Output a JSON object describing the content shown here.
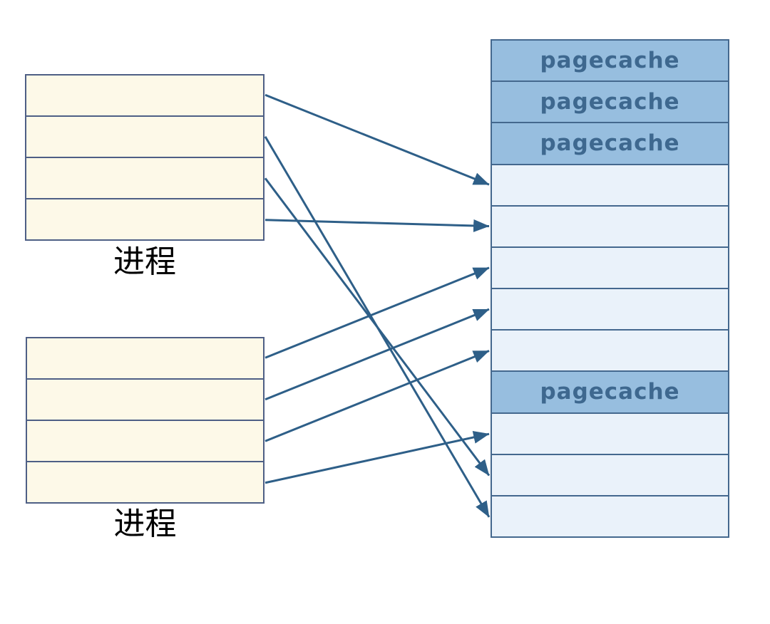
{
  "diagram_title": "",
  "colors": {
    "background": "#ffffff",
    "arrow": "#2e5f88",
    "process_fill": "#fdf9e8",
    "process_border": "#4e5f85",
    "column_border": "#44688e",
    "pagecache_fill": "#97bedf",
    "pagecache_text": "#3e688f",
    "empty_fill": "#eaf2fa",
    "label_text": "#000000"
  },
  "process_boxes": [
    {
      "label": "进程",
      "rows": [
        "",
        "",
        "",
        ""
      ]
    },
    {
      "label": "进程",
      "rows": [
        "",
        "",
        "",
        ""
      ]
    }
  ],
  "memory_column": {
    "rows": [
      {
        "type": "pagecache",
        "label": "pagecache"
      },
      {
        "type": "pagecache",
        "label": "pagecache"
      },
      {
        "type": "pagecache",
        "label": "pagecache"
      },
      {
        "type": "empty",
        "label": ""
      },
      {
        "type": "empty",
        "label": ""
      },
      {
        "type": "empty",
        "label": ""
      },
      {
        "type": "empty",
        "label": ""
      },
      {
        "type": "empty",
        "label": ""
      },
      {
        "type": "pagecache",
        "label": "pagecache"
      },
      {
        "type": "empty",
        "label": ""
      },
      {
        "type": "empty",
        "label": ""
      },
      {
        "type": "empty",
        "label": ""
      }
    ]
  },
  "mappings": [
    {
      "from_box": 0,
      "from_row": 0,
      "to_row": 3
    },
    {
      "from_box": 0,
      "from_row": 1,
      "to_row": 11
    },
    {
      "from_box": 0,
      "from_row": 2,
      "to_row": 10
    },
    {
      "from_box": 0,
      "from_row": 3,
      "to_row": 4
    },
    {
      "from_box": 1,
      "from_row": 0,
      "to_row": 5
    },
    {
      "from_box": 1,
      "from_row": 1,
      "to_row": 6
    },
    {
      "from_box": 1,
      "from_row": 2,
      "to_row": 7
    },
    {
      "from_box": 1,
      "from_row": 3,
      "to_row": 9
    }
  ]
}
